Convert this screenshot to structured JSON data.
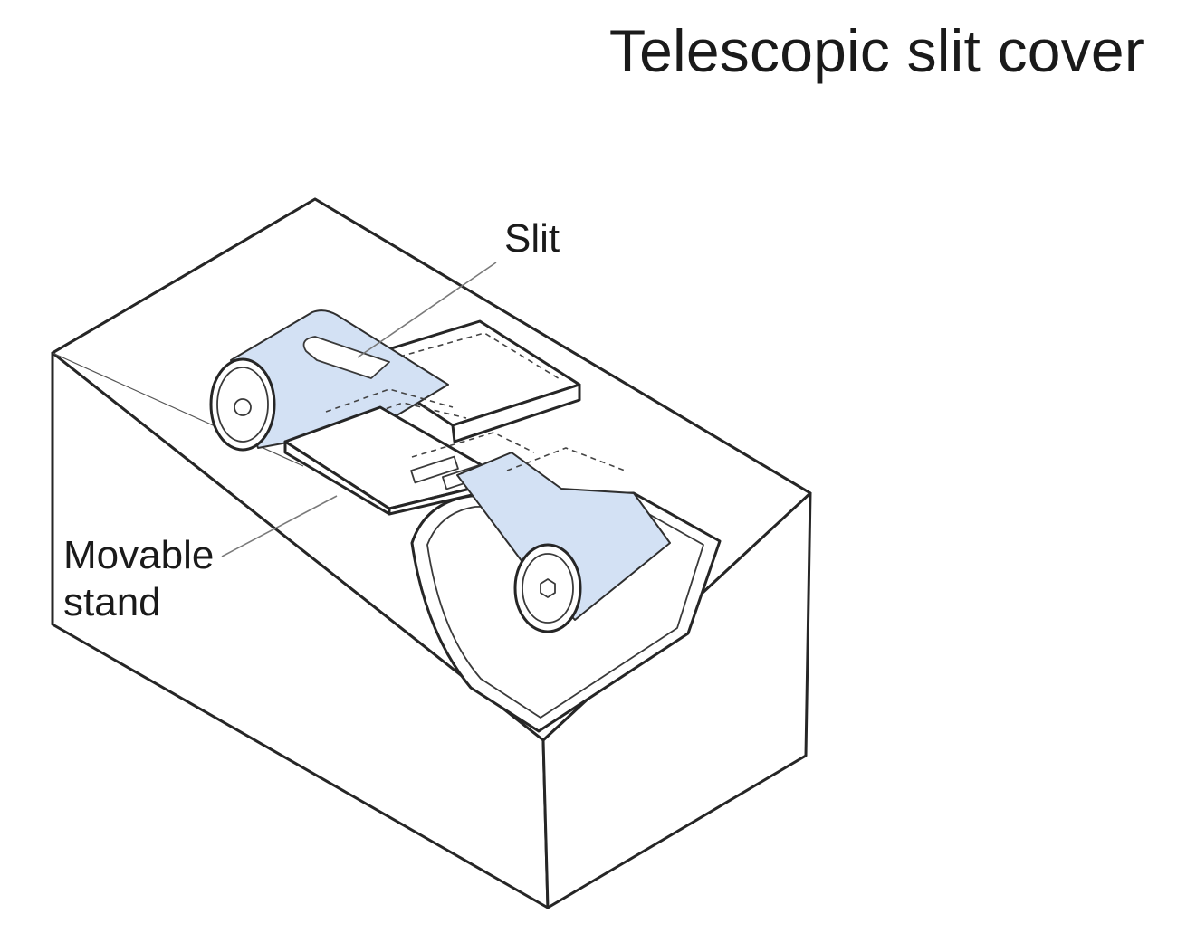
{
  "title": "Telescopic slit cover",
  "labels": {
    "slit": "Slit",
    "stand_line1": "Movable",
    "stand_line2": "stand"
  },
  "colors": {
    "belt": "#d3e1f4",
    "line": "#262626",
    "leader": "#7a7a7a"
  }
}
